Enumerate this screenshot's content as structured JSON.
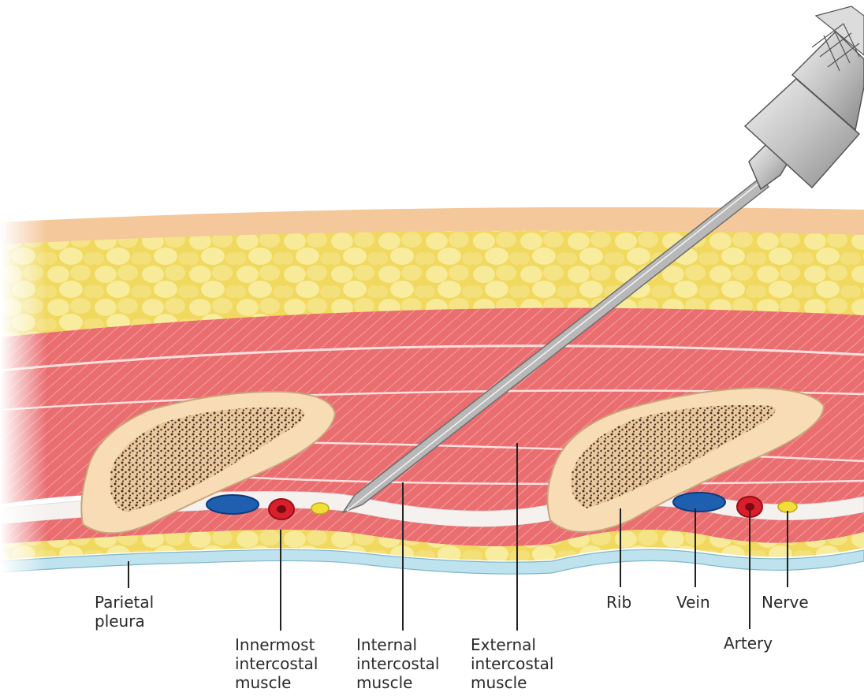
{
  "labels": {
    "parietal_pleura": [
      "Parietal",
      "pleura"
    ],
    "innermost": [
      "Innermost",
      "intercostal",
      "muscle"
    ],
    "internal": [
      "Internal",
      "intercostal",
      "muscle"
    ],
    "external": [
      "External",
      "intercostal",
      "muscle"
    ],
    "rib": "Rib",
    "vein": "Vein",
    "artery": "Artery",
    "nerve": "Nerve"
  },
  "colors": {
    "skin": "#f4c89a",
    "fat": "#f0dc6a",
    "muscle": "#e9666a",
    "rib_cortex": "#f7dcb6",
    "rib_marrow": "#8a6a4a",
    "vein": "#1f5fb0",
    "artery": "#d91f2b",
    "nerve": "#f2de38",
    "pleura": "#bfe3ee"
  }
}
